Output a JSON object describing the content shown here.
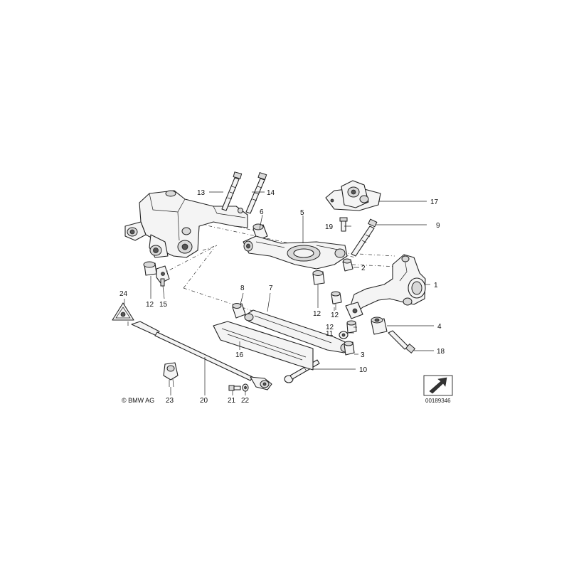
{
  "copyright": "© BMW AG",
  "document_number": "00189346",
  "callouts": [
    {
      "id": "c1",
      "label": "1"
    },
    {
      "id": "c2",
      "label": "2"
    },
    {
      "id": "c3",
      "label": "3"
    },
    {
      "id": "c4",
      "label": "4"
    },
    {
      "id": "c5",
      "label": "5"
    },
    {
      "id": "c6",
      "label": "6"
    },
    {
      "id": "c7",
      "label": "7"
    },
    {
      "id": "c8",
      "label": "8"
    },
    {
      "id": "c9",
      "label": "9"
    },
    {
      "id": "c10",
      "label": "10"
    },
    {
      "id": "c11",
      "label": "11"
    },
    {
      "id": "c12a",
      "label": "12"
    },
    {
      "id": "c12b",
      "label": "12"
    },
    {
      "id": "c12c",
      "label": "12"
    },
    {
      "id": "c12d",
      "label": "12"
    },
    {
      "id": "c13",
      "label": "13"
    },
    {
      "id": "c14",
      "label": "14"
    },
    {
      "id": "c15",
      "label": "15"
    },
    {
      "id": "c16",
      "label": "16"
    },
    {
      "id": "c17",
      "label": "17"
    },
    {
      "id": "c18",
      "label": "18"
    },
    {
      "id": "c19",
      "label": "19"
    },
    {
      "id": "c20",
      "label": "20"
    },
    {
      "id": "c21",
      "label": "21"
    },
    {
      "id": "c22",
      "label": "22"
    },
    {
      "id": "c23",
      "label": "23"
    },
    {
      "id": "c24",
      "label": "24"
    }
  ]
}
